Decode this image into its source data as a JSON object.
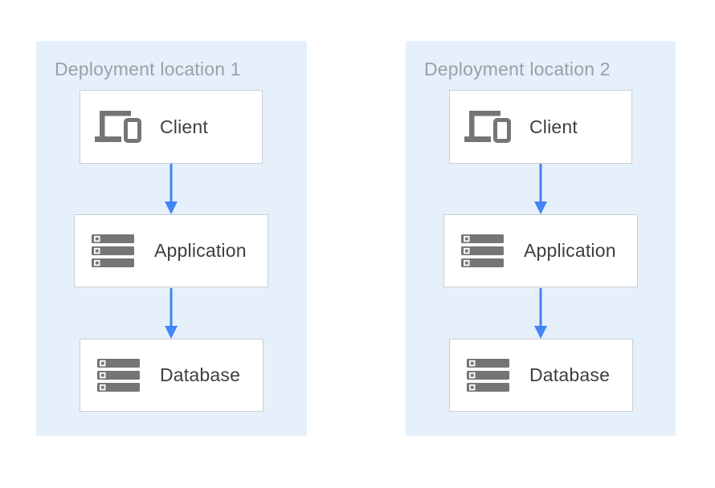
{
  "colors": {
    "page_bg": "#ffffff",
    "panel_bg": "#e6f0fb",
    "box_bg": "#ffffff",
    "box_border": "#c9cdd2",
    "arrow_blue": "#4285f4",
    "icon_gray": "#757575",
    "title_gray": "#9aa0a6",
    "label_dark": "#3c4043"
  },
  "diagram": {
    "panels": [
      {
        "title": "Deployment location 1",
        "nodes": [
          {
            "label": "Client",
            "icon": "devices-icon"
          },
          {
            "label": "Application",
            "icon": "server-stack-icon"
          },
          {
            "label": "Database",
            "icon": "server-stack-icon"
          }
        ],
        "arrows": [
          {
            "from": "Client",
            "to": "Application"
          },
          {
            "from": "Application",
            "to": "Database"
          }
        ]
      },
      {
        "title": "Deployment location 2",
        "nodes": [
          {
            "label": "Client",
            "icon": "devices-icon"
          },
          {
            "label": "Application",
            "icon": "server-stack-icon"
          },
          {
            "label": "Database",
            "icon": "server-stack-icon"
          }
        ],
        "arrows": [
          {
            "from": "Client",
            "to": "Application"
          },
          {
            "from": "Application",
            "to": "Database"
          }
        ]
      }
    ]
  }
}
